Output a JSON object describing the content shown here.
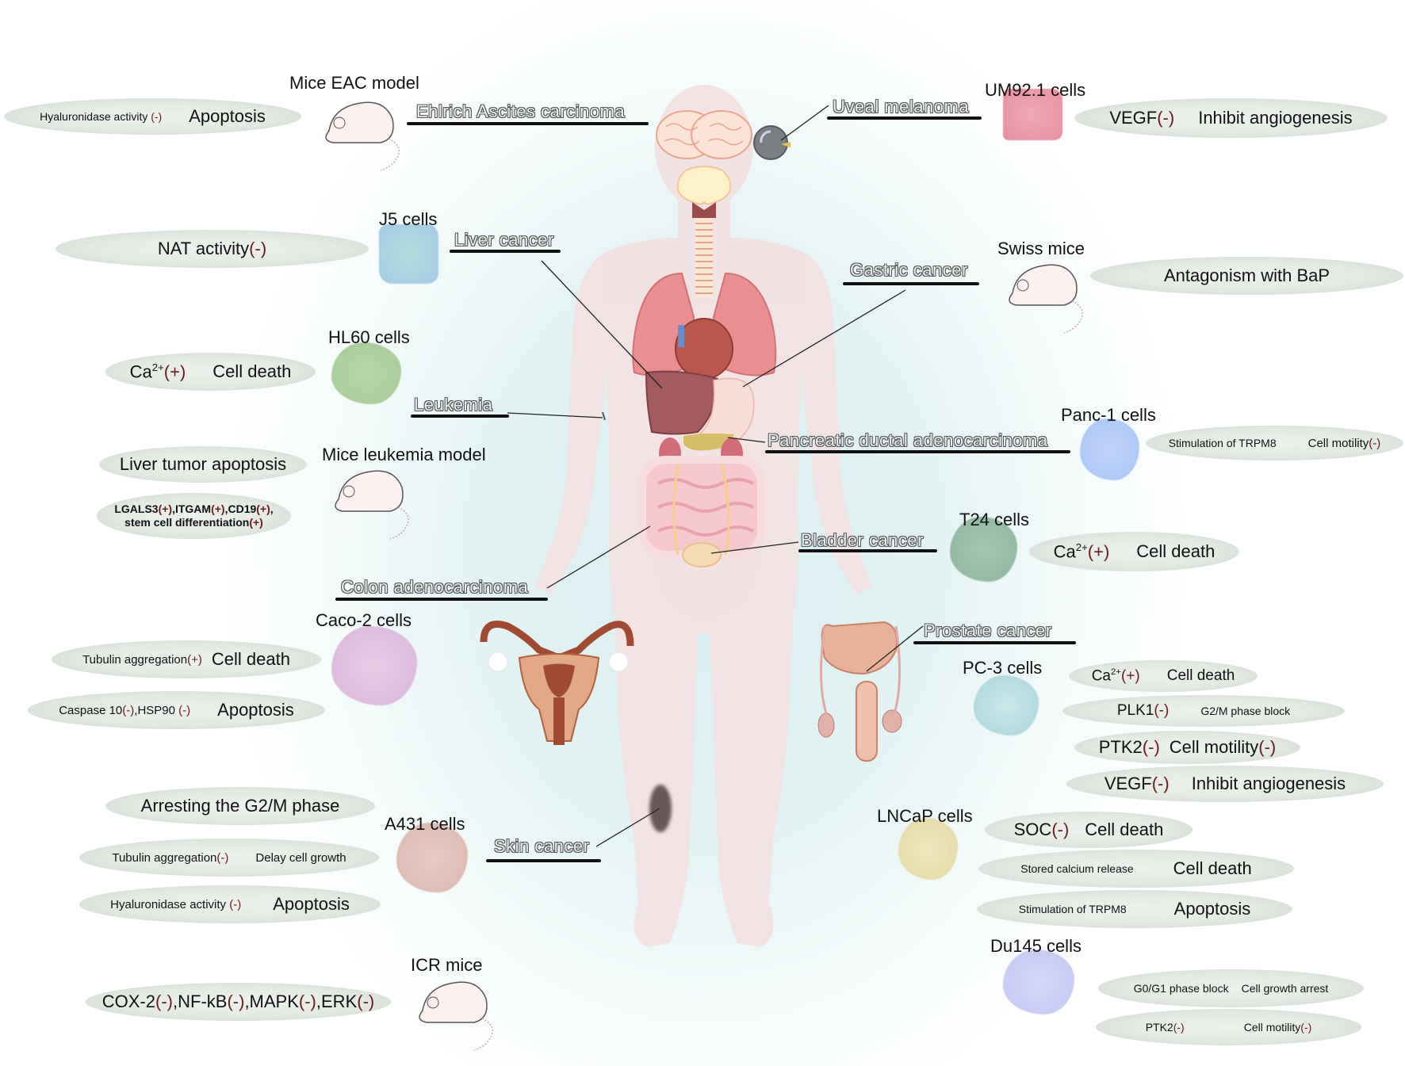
{
  "colors": {
    "marker": "#6b1a1a",
    "ellipse": "#e3e9e3",
    "body_silhouette": "#f2e2e3",
    "background_center": "#d9eef0"
  },
  "cancers": {
    "ehrlich": "Ehlrich Ascites carcinoma",
    "uveal": "Uveal  melanoma",
    "liver": "Liver cancer",
    "gastric": "Gastric cancer",
    "leukemia": "Leukemia",
    "pancreatic": "Pancreatic ductal adenocarcinoma",
    "bladder": "Bladder cancer",
    "colon": "Colon adenocarcinoma",
    "prostate": "Prostate cancer",
    "skin": "Skin cancer"
  },
  "models": {
    "mice_eac": "Mice EAC model",
    "um92": "UM92.1 cells",
    "j5": "J5 cells",
    "swiss": "Swiss mice",
    "hl60": "HL60 cells",
    "panc1": "Panc-1 cells",
    "mice_leukemia": "Mice leukemia model",
    "t24": "T24 cells",
    "caco2": "Caco-2 cells",
    "pc3": "PC-3 cells",
    "a431": "A431 cells",
    "lncap": "LNCaP cells",
    "du145": "Du145 cells",
    "icr": "ICR mice"
  },
  "effects": {
    "eac": {
      "a": "Hyaluronidase activity ",
      "a_mark": "(-)",
      "b": "Apoptosis"
    },
    "um92": {
      "a": "VEGF",
      "a_mark": "(-)",
      "b": "Inhibit angiogenesis"
    },
    "j5": {
      "a": "NAT activity",
      "a_mark": "(-)"
    },
    "swiss": {
      "b": "Antagonism with BaP"
    },
    "hl60": {
      "a": "Ca",
      "sup": "2+",
      "a_mark": "(+)",
      "b": "Cell death"
    },
    "panc1": {
      "a": "Stimulation of TRPM8",
      "b": "Cell motility",
      "b_mark": "(-)"
    },
    "leuk_1": {
      "b": "Liver tumor apoptosis"
    },
    "leuk_2": {
      "l1a": "LGALS3",
      "l1b": ",ITGAM",
      "l1c": ",CD19",
      "l1d": ",",
      "l2a": "stem cell differentiation",
      "mark": "(+)"
    },
    "t24": {
      "a": "Ca",
      "sup": "2+",
      "a_mark": "(+)",
      "b": "Cell death"
    },
    "caco_1": {
      "a": "Tubulin aggregation",
      "a_mark": "(+)",
      "b": "Cell death"
    },
    "caco_2": {
      "a": "Caspase 10",
      "a_mark": "(-)",
      "a2": ",HSP90 ",
      "a2_mark": "(-)",
      "b": "Apoptosis"
    },
    "pc3_1": {
      "a": "Ca",
      "sup": "2+",
      "a_mark": "(+)",
      "b": "Cell death"
    },
    "pc3_2": {
      "a": "PLK1",
      "a_mark": "(-)",
      "b": "G2/M phase block"
    },
    "pc3_3": {
      "a": "PTK2",
      "a_mark": "(-)",
      "b": "Cell motility",
      "b_mark": "(-)"
    },
    "pc3_4": {
      "a": "VEGF",
      "a_mark": "(-)",
      "b": "Inhibit angiogenesis"
    },
    "a431_1": {
      "b": "Arresting the G2/M phase"
    },
    "a431_2": {
      "a": "Tubulin aggregation",
      "a_mark": "(-)",
      "b": "Delay cell growth"
    },
    "a431_3": {
      "a": "Hyaluronidase activity ",
      "a_mark": "(-)",
      "b": "Apoptosis"
    },
    "lncap_1": {
      "a": "SOC",
      "a_mark": "(-)",
      "b": "Cell death"
    },
    "lncap_2": {
      "a": "Stored calcium release",
      "b": "Cell death"
    },
    "lncap_3": {
      "a": "Stimulation of TRPM8",
      "b": "Apoptosis"
    },
    "du145_1": {
      "a": "G0/G1 phase block",
      "b": "Cell growth arrest"
    },
    "du145_2": {
      "a": "PTK2",
      "a_mark": "(-)",
      "b": "Cell motility",
      "b_mark": "(-)"
    },
    "icr": {
      "a1": "COX-2",
      "a2": ",NF-kB",
      "a3": ",MAPK",
      "a4": ",ERK",
      "mark": "(-)"
    }
  }
}
